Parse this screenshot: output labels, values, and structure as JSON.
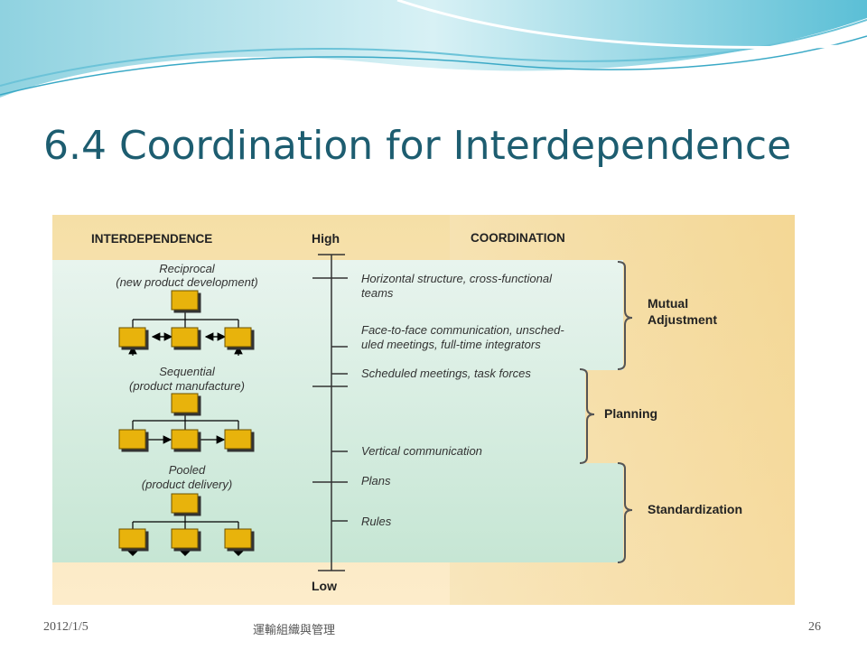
{
  "title": "6.4 Coordination for Interdependence",
  "diagram": {
    "header_left": "INTERDEPENDENCE",
    "header_high": "High",
    "header_right": "COORDINATION",
    "low": "Low",
    "interdependence": [
      {
        "name": "Reciprocal",
        "example": "(new product development)"
      },
      {
        "name": "Sequential",
        "example": "(product manufacture)"
      },
      {
        "name": "Pooled",
        "example": "(product delivery)"
      }
    ],
    "coordination": [
      {
        "lines": [
          "Horizontal structure, cross-functional",
          "teams"
        ]
      },
      {
        "lines": [
          "Face-to-face communication, unsched-",
          "uled meetings, full-time integrators"
        ]
      },
      {
        "lines": [
          "Scheduled meetings, task forces"
        ]
      },
      {
        "lines": [
          "Vertical communication"
        ]
      },
      {
        "lines": [
          "Plans"
        ]
      },
      {
        "lines": [
          "Rules"
        ]
      }
    ],
    "groups": [
      {
        "lines": [
          "Mutual",
          "Adjustment"
        ]
      },
      {
        "lines": [
          "Planning"
        ]
      },
      {
        "lines": [
          "Standardization"
        ]
      }
    ],
    "colors": {
      "band_top": "#f6e2b0",
      "band_bottom": "#fde9c0",
      "panel": "#e4f2ea",
      "box": "#e8b30c"
    }
  },
  "footer": {
    "date": "2012/1/5",
    "center": "運輸組織與管理",
    "page": "26"
  }
}
